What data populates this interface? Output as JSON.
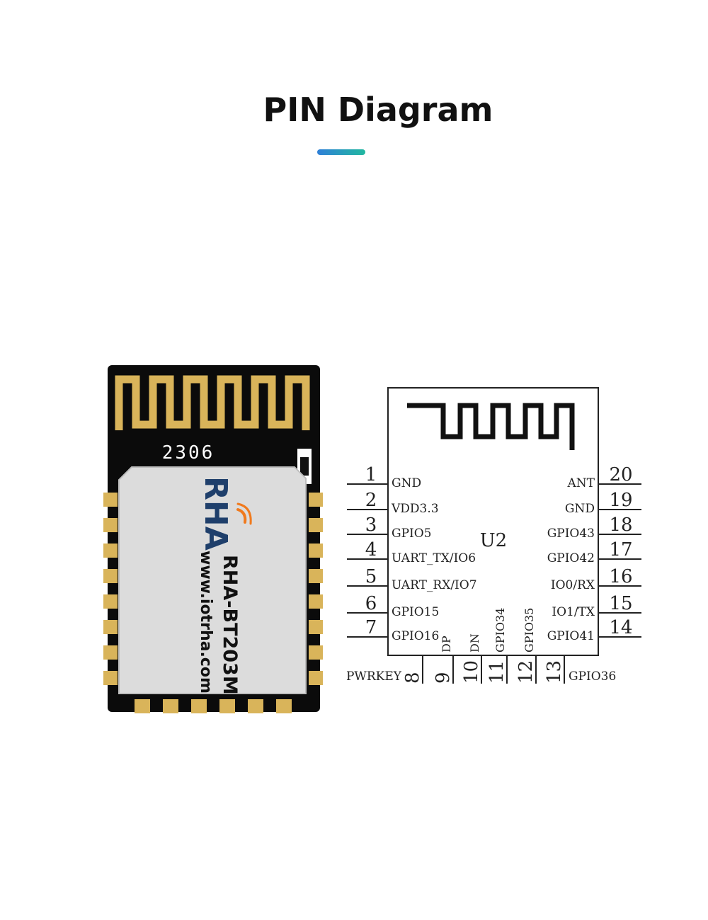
{
  "title": "PIN Diagram",
  "colors": {
    "accent_start": "#2f80d8",
    "accent_end": "#22b8a0",
    "pcb": "#0b0b0b",
    "gold": "#d9b45a",
    "shield": "#dcdcdc",
    "logo": "#1f3f6b",
    "logo_wave": "#f07a1e"
  },
  "module": {
    "silkscreen_code": "2306",
    "logo_text": "RHA",
    "model": "RHA-BT203M",
    "website": "www.iotrha.com"
  },
  "chip": {
    "label": "U2",
    "left_pins": [
      {
        "num": "1",
        "name": "GND"
      },
      {
        "num": "2",
        "name": "VDD3.3"
      },
      {
        "num": "3",
        "name": "GPIO5"
      },
      {
        "num": "4",
        "name": "UART_TX/IO6"
      },
      {
        "num": "5",
        "name": "UART_RX/IO7"
      },
      {
        "num": "6",
        "name": "GPIO15"
      },
      {
        "num": "7",
        "name": "GPIO16"
      }
    ],
    "right_pins": [
      {
        "num": "20",
        "name": "ANT"
      },
      {
        "num": "19",
        "name": "GND"
      },
      {
        "num": "18",
        "name": "GPIO43"
      },
      {
        "num": "17",
        "name": "GPIO42"
      },
      {
        "num": "16",
        "name": "IO0/RX"
      },
      {
        "num": "15",
        "name": "IO1/TX"
      },
      {
        "num": "14",
        "name": "GPIO41"
      }
    ],
    "bottom_pins": [
      {
        "num": "8",
        "name": "PWRKEY"
      },
      {
        "num": "9",
        "name": "DP"
      },
      {
        "num": "10",
        "name": "DN"
      },
      {
        "num": "11",
        "name": "GPIO34"
      },
      {
        "num": "12",
        "name": "GPIO35"
      },
      {
        "num": "13",
        "name": "GPIO36"
      }
    ]
  }
}
